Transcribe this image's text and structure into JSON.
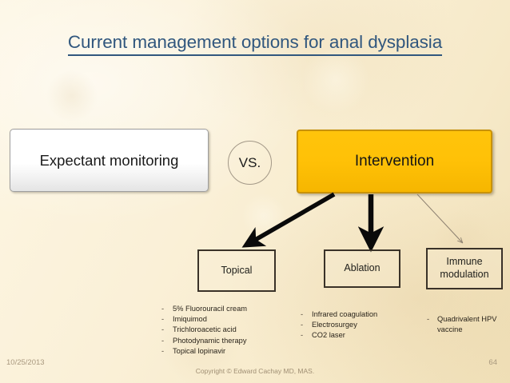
{
  "slide": {
    "title": "Current management options for anal dysplasia",
    "background_color": "#FAF0D7",
    "title_color": "#31577E"
  },
  "comparison": {
    "left_option": "Expectant monitoring",
    "versus_label": "VS.",
    "right_option": "Intervention",
    "right_option_color": "#FFC107"
  },
  "categories": [
    {
      "name": "Topical",
      "items": [
        "5% Fluorouracil cream",
        "Imiquimod",
        "Trichloroacetic acid",
        "Photodynamic therapy",
        "Topical lopinavir"
      ]
    },
    {
      "name": "Ablation",
      "items": [
        "Infrared coagulation",
        "Electrosurgey",
        "CO2 laser"
      ]
    },
    {
      "name": "Immune modulation",
      "items": [
        "Quadrivalent HPV vaccine"
      ]
    }
  ],
  "bullet_marker": "-",
  "footer": {
    "date": "10/25/2013",
    "copyright": "Copyright © Edward Cachay MD, MAS.",
    "page_number": "64"
  }
}
